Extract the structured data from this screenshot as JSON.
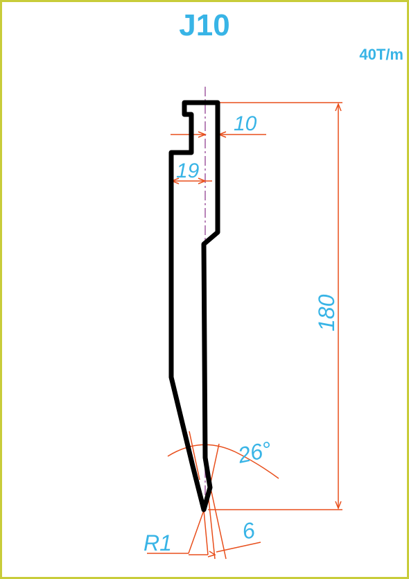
{
  "colors": {
    "frame": "#c8cc3a",
    "accent": "#38b4e6",
    "dimension": "#e84e1b",
    "profile": "#000000",
    "centerline": "#a05aa0"
  },
  "header": {
    "title": "J10",
    "rating": "40T/m"
  },
  "dimensions": {
    "tip_offset": "10",
    "body_width": "19",
    "height": "180",
    "angle": "26°",
    "radius": "R1",
    "tip_width": "6"
  }
}
